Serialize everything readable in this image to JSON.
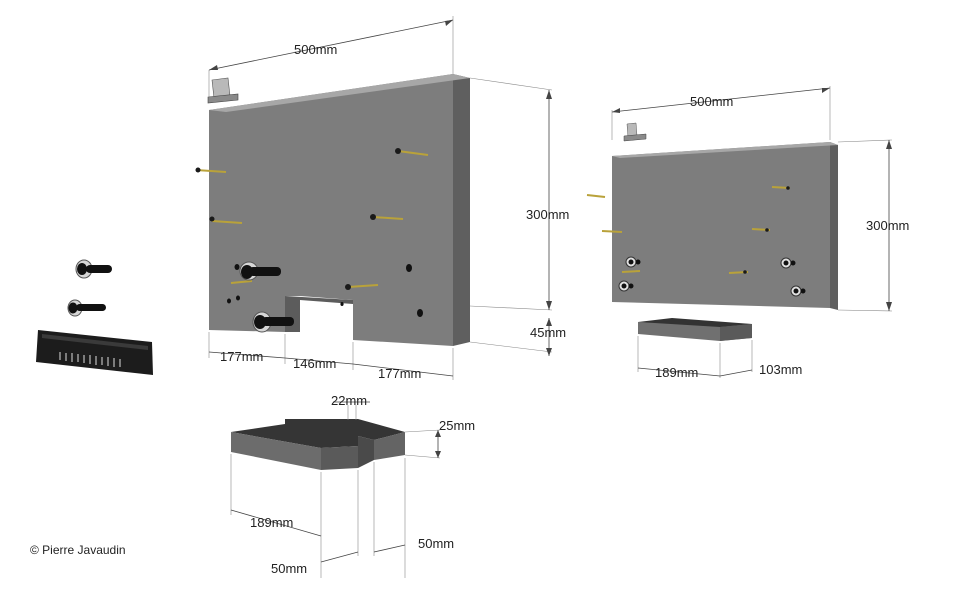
{
  "colors": {
    "panel_front": "#7a7a7a",
    "panel_side": "#5f5f5f",
    "panel_top": "#9a9a9a",
    "block_top": "#3a3a3a",
    "block_front": "#6a6a6a",
    "screw": "#b9a23a",
    "hardware": "#111111"
  },
  "large_panel": {
    "width_label": "500mm",
    "height_label": "300mm",
    "depth_label": "45mm",
    "left_label": "177mm",
    "gap_label": "146mm",
    "right_label": "177mm"
  },
  "small_panel": {
    "width_label": "500mm",
    "height_label": "300mm",
    "block_left_label": "189mm",
    "block_right_label": "103mm"
  },
  "bottom_block": {
    "notch_label": "22mm",
    "thickness_label": "25mm",
    "length_label": "189mm",
    "step_a_label": "50mm",
    "step_b_label": "50mm"
  },
  "copyright": "© Pierre Javaudin",
  "icons": [
    "bracket-icon",
    "screw-icon",
    "bolt-icon",
    "washer-icon",
    "rail-icon"
  ]
}
